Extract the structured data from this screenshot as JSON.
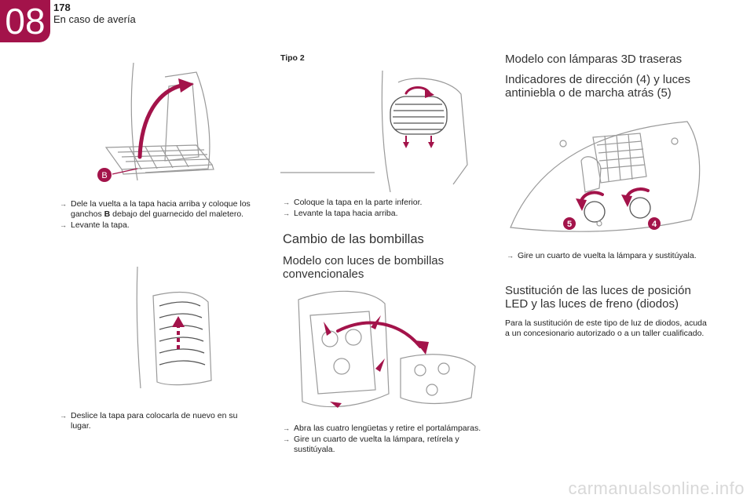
{
  "header": {
    "chapter": "08",
    "page_number": "178",
    "section": "En caso de avería"
  },
  "col1": {
    "fig1_callout": "B",
    "bullets1": [
      "Dele la vuelta a la tapa hacia arriba y coloque los ganchos",
      "debajo del guarnecido del maletero.",
      "Levante la tapa."
    ],
    "bullets1_bold": "B",
    "bullets2": [
      "Deslice la tapa para colocarla de nuevo en su lugar."
    ]
  },
  "col2": {
    "tipo_label": "Tipo 2",
    "bullets1": [
      "Coloque la tapa en la parte inferior.",
      "Levante la tapa hacia arriba."
    ],
    "heading": "Cambio de las bombillas",
    "subheading": "Modelo con luces de bombillas convencionales",
    "bullets2": [
      "Abra las cuatro lengüetas y retire el portalámparas.",
      "Gire un cuarto de vuelta la lámpara, retírela y sustitúyala."
    ]
  },
  "col3": {
    "heading1": "Modelo con lámparas 3D traseras",
    "heading2": "Indicadores de dirección (4) y luces antiniebla o de marcha atrás (5)",
    "callout_5": "5",
    "callout_4": "4",
    "bullets1": [
      "Gire un cuarto de vuelta la lámpara y sustitúyala."
    ],
    "heading3": "Sustitución de las luces de posición LED y las luces de freno (diodos)",
    "paragraph": "Para la sustitución de este tipo de luz de diodos, acuda a un concesionario autorizado o a un taller cualificado."
  },
  "footer": {
    "watermark": "carmanualsonline.info"
  },
  "colors": {
    "accent": "#a3134a",
    "text": "#222222",
    "line_art": "#9a9a9a"
  },
  "icons": [
    "bullet-arrow-icon",
    "curved-arrow-icon",
    "up-arrow-icon",
    "rotate-arrow-icon"
  ]
}
